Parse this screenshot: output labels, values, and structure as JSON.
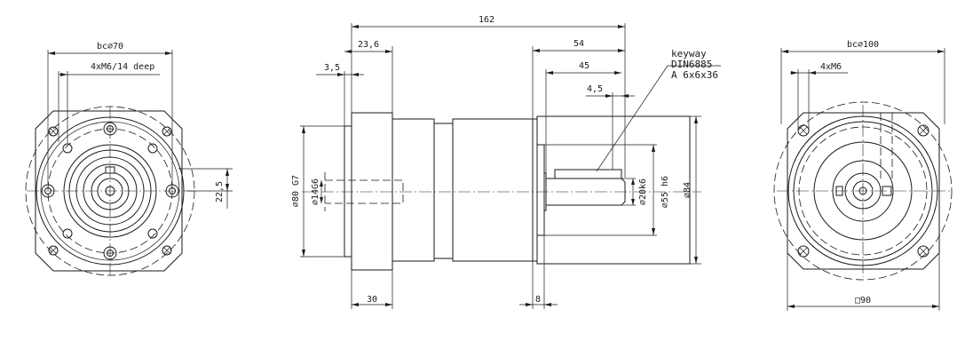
{
  "views": {
    "left": {
      "bolt_circle": "bc⌀70",
      "thread": "4xM6/14 deep",
      "offset": "22,5"
    },
    "side": {
      "overall_length": "162",
      "flange_thickness": "23,6",
      "pilot_depth": "3,5",
      "shaft_length": "54",
      "key_length": "45",
      "key_offset": "4,5",
      "keyway_title": "keyway",
      "keyway_std": "DIN6885",
      "keyway_size": "A 6x6x36",
      "input_pilot": "⌀80 G7",
      "input_bore": "⌀14G6",
      "shaft_dia": "⌀20k6",
      "output_pilot": "⌀55 h6",
      "body_dia": "⌀84",
      "flange_width": "30",
      "collar": "8"
    },
    "right": {
      "bolt_circle": "bc⌀100",
      "thread": "4xM6",
      "square": "□90"
    }
  }
}
